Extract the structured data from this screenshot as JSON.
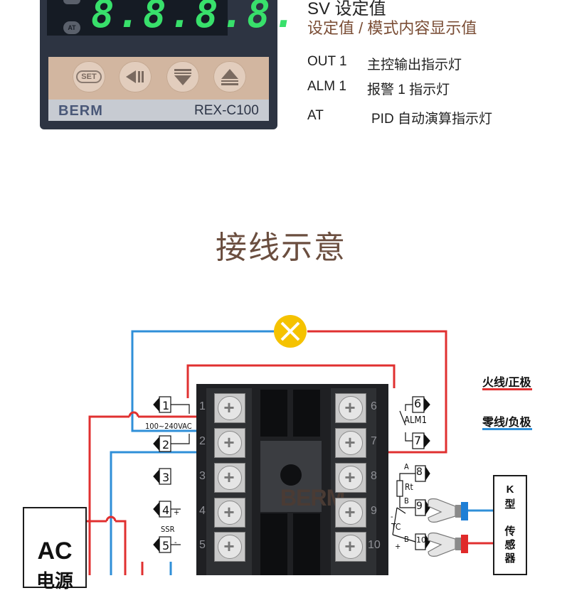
{
  "device": {
    "digits": "8.8.8.8.",
    "led_at": "AT",
    "keys": [
      "set-key",
      "shift-key",
      "down-key",
      "up-key"
    ],
    "key_set_label": "SET",
    "brand": "BERM",
    "model": "REX-C100"
  },
  "legend_top": {
    "sv_line": "SV 设定值",
    "sv_desc": "设定值 / 模式内容显示值",
    "rows": [
      {
        "code": "OUT 1",
        "desc": "主控输出指示灯"
      },
      {
        "code": "ALM 1",
        "desc": "报警 1 指示灯"
      },
      {
        "code": "AT",
        "desc": "PID 自动演算指示灯"
      }
    ]
  },
  "section_title": "接线示意",
  "diagram": {
    "terminals_left": [
      "1",
      "2",
      "3",
      "4",
      "5"
    ],
    "terminals_right": [
      "6",
      "7",
      "8",
      "9",
      "10"
    ],
    "voltage": "100~240VAC",
    "alm_label": "ALM1",
    "ssr_label": "SSR",
    "ssr_plus": "+",
    "ssr_minus": "-",
    "rt_label": "Rt",
    "tc_label": "TC",
    "term_a": "A",
    "term_b1": "B",
    "term_b2": "B",
    "tc_plus": "+",
    "tc_minus": "-",
    "brand_watermark": "BERM",
    "registered": "®",
    "ac_label": "AC",
    "ac_sub": "电源",
    "sensor_k": "K",
    "sensor_type": "型",
    "sensor_1": "传",
    "sensor_2": "感",
    "sensor_3": "器",
    "legend_live": "火线/正极",
    "legend_neutral": "零线/负极",
    "colors": {
      "live": "#e03030",
      "neutral": "#2f8fd8",
      "lamp": "#f5c200"
    }
  }
}
